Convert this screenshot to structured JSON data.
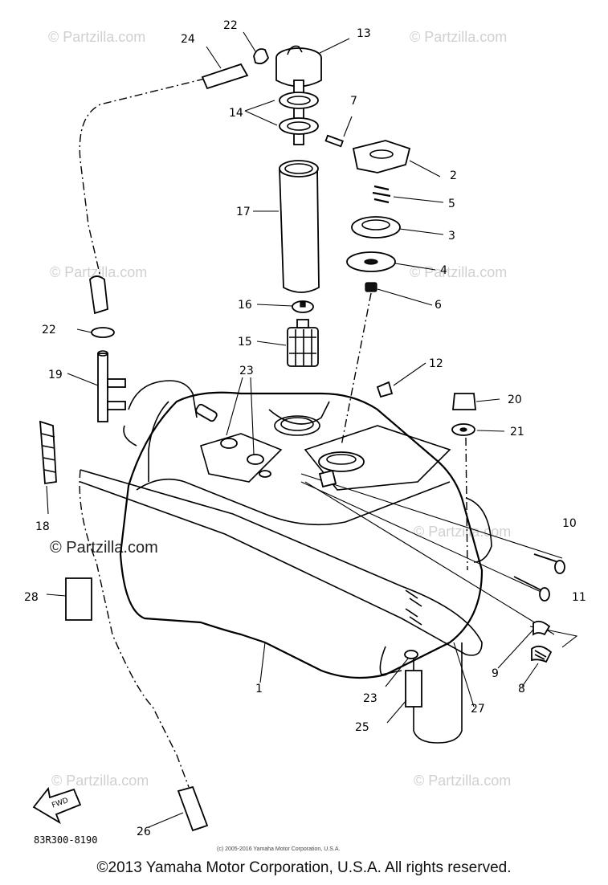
{
  "watermarks": {
    "site": "© Partzilla.com"
  },
  "diagram": {
    "drawing_code": "83R300-8190",
    "fwd_label": "FWD",
    "small_copyright": "(c) 2005-2016 Yamaha Motor Corporation, U.S.A.",
    "callouts": [
      "1",
      "2",
      "3",
      "4",
      "5",
      "6",
      "7",
      "8",
      "9",
      "10",
      "11",
      "12",
      "13",
      "14",
      "15",
      "16",
      "17",
      "18",
      "19",
      "20",
      "21",
      "22",
      "22",
      "23",
      "23",
      "24",
      "25",
      "26",
      "27",
      "28"
    ]
  },
  "footer": {
    "copyright": "©2013 Yamaha Motor Corporation, U.S.A. All rights reserved."
  }
}
